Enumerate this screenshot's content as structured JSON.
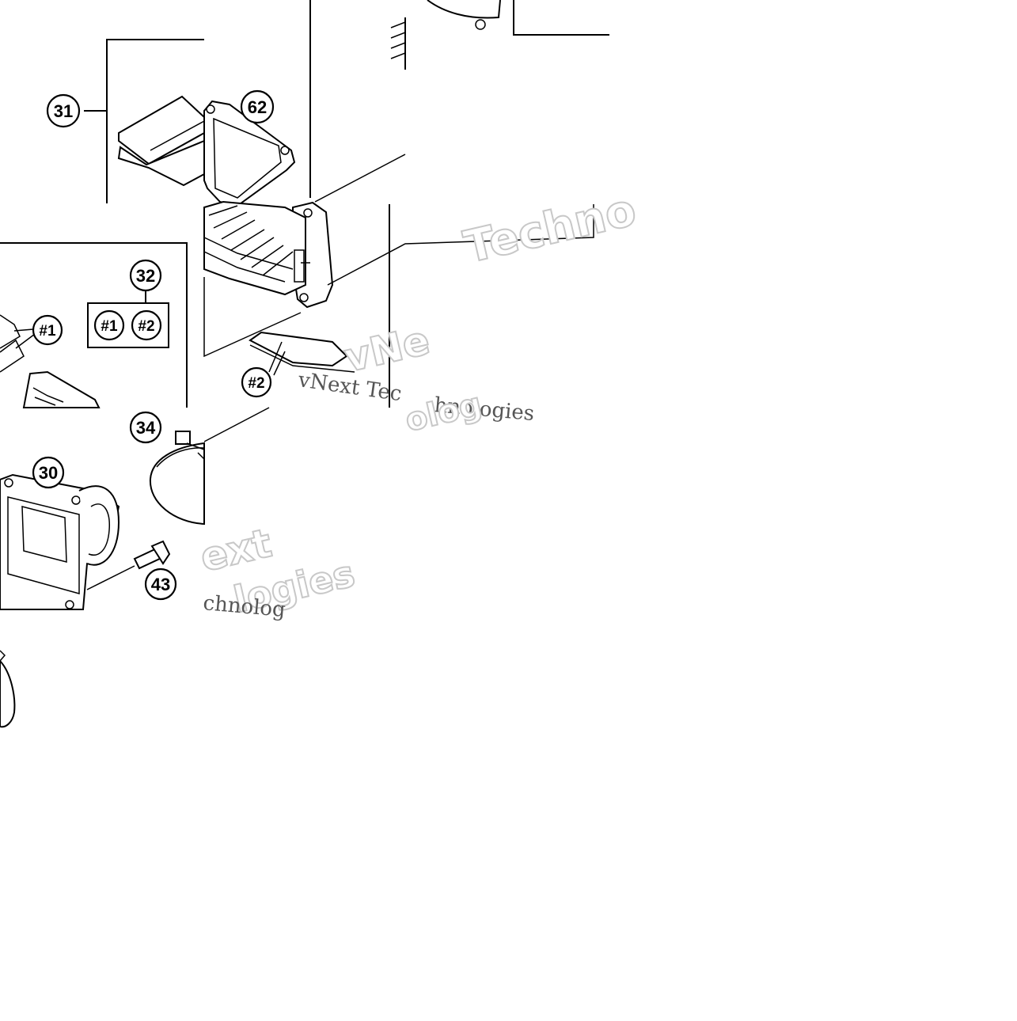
{
  "callouts": {
    "c31": "31",
    "c62": "62",
    "c32": "32",
    "c32a": "#1",
    "c32b": "#2",
    "c1": "#1",
    "c2": "#2",
    "c34": "34",
    "c30": "30",
    "c43": "43"
  },
  "watermarks": {
    "w1": "Techno",
    "w2": "vNe",
    "w3": "vNext Tec",
    "w4": "hnologies",
    "w5": "olog",
    "w6": "ext",
    "w7": "logies",
    "w8": "chnolog"
  }
}
